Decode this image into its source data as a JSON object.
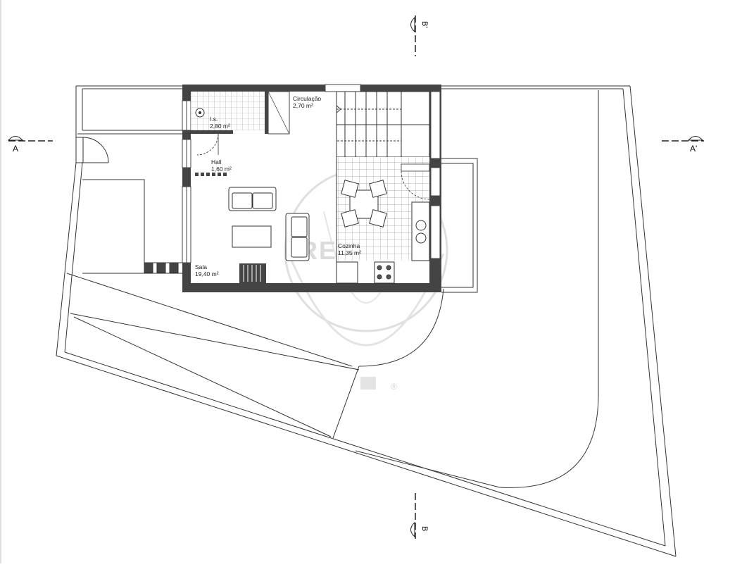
{
  "plan": {
    "rooms": [
      {
        "id": "is",
        "name": "I.s.",
        "area": "2,80 m²"
      },
      {
        "id": "circ",
        "name": "Circulação",
        "area": "2,70 m²"
      },
      {
        "id": "hall",
        "name": "Hall",
        "area": "1,60 m²"
      },
      {
        "id": "cozinha",
        "name": "Cozinha",
        "area": "11,35 m²"
      },
      {
        "id": "sala",
        "name": "Sala",
        "area": "19,40 m²"
      }
    ],
    "section_marks": {
      "a_left": "A",
      "a_right": "A'",
      "b_top": "B'",
      "b_bottom": "B"
    },
    "watermark": {
      "text": "REMAX",
      "registered": "®"
    },
    "colors": {
      "wall": "#444444",
      "line": "#333333",
      "tile": "#9a9a9a",
      "watermark": "#d6d6d6"
    }
  }
}
